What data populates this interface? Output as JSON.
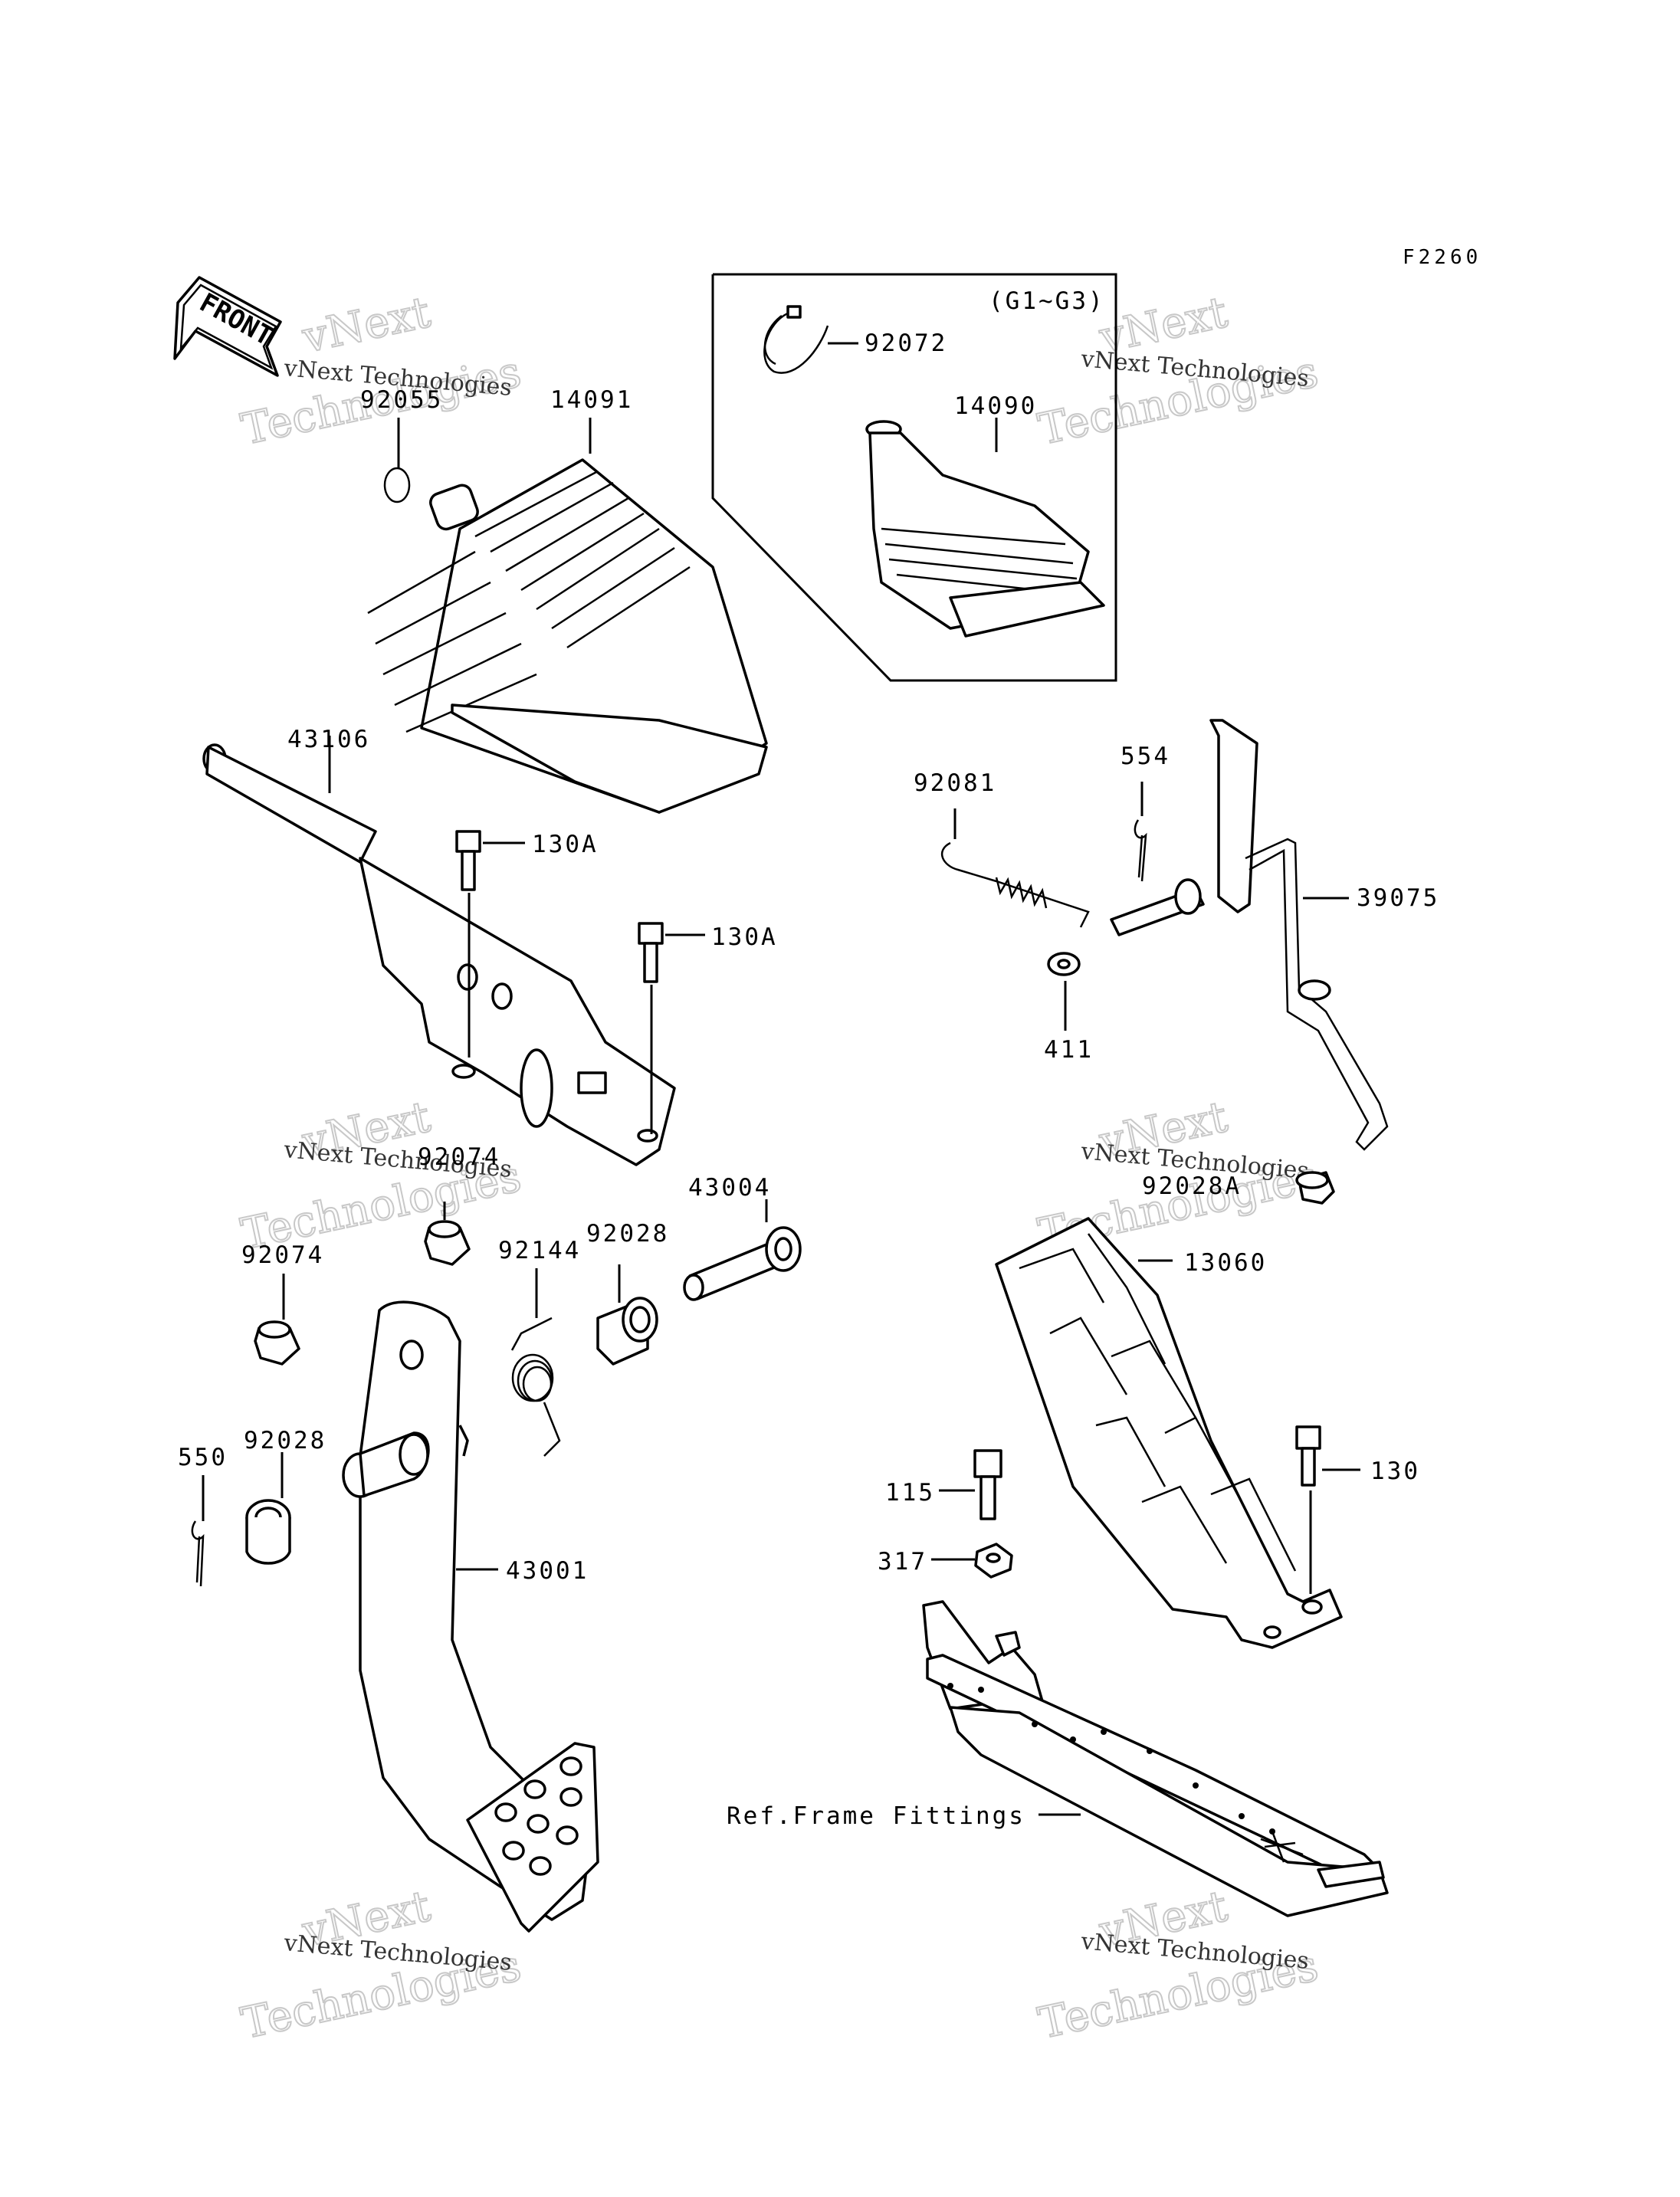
{
  "figure_code": "F2260",
  "front_label": "FRONT",
  "variant_box_label": "(G1~G3)",
  "reference_label": "Ref.Frame Fittings",
  "watermark": {
    "company_line": "vNext Technologies",
    "brand_top": "vNext",
    "brand_bottom": "Technologies"
  },
  "parts": [
    {
      "id": "p92055",
      "number": "92055"
    },
    {
      "id": "p14091",
      "number": "14091"
    },
    {
      "id": "p92072",
      "number": "92072"
    },
    {
      "id": "p14090",
      "number": "14090"
    },
    {
      "id": "p43106",
      "number": "43106"
    },
    {
      "id": "p130a1",
      "number": "130A"
    },
    {
      "id": "p130a2",
      "number": "130A"
    },
    {
      "id": "p92081",
      "number": "92081"
    },
    {
      "id": "p554",
      "number": "554"
    },
    {
      "id": "p39075",
      "number": "39075"
    },
    {
      "id": "p411",
      "number": "411"
    },
    {
      "id": "p92074a",
      "number": "92074"
    },
    {
      "id": "p92074b",
      "number": "92074"
    },
    {
      "id": "p43004",
      "number": "43004"
    },
    {
      "id": "p92144",
      "number": "92144"
    },
    {
      "id": "p92028a",
      "number": "92028"
    },
    {
      "id": "p92028A",
      "number": "92028A"
    },
    {
      "id": "p13060",
      "number": "13060"
    },
    {
      "id": "p550",
      "number": "550"
    },
    {
      "id": "p92028b",
      "number": "92028"
    },
    {
      "id": "p43001",
      "number": "43001"
    },
    {
      "id": "p115",
      "number": "115"
    },
    {
      "id": "p130",
      "number": "130"
    },
    {
      "id": "p317",
      "number": "317"
    }
  ]
}
